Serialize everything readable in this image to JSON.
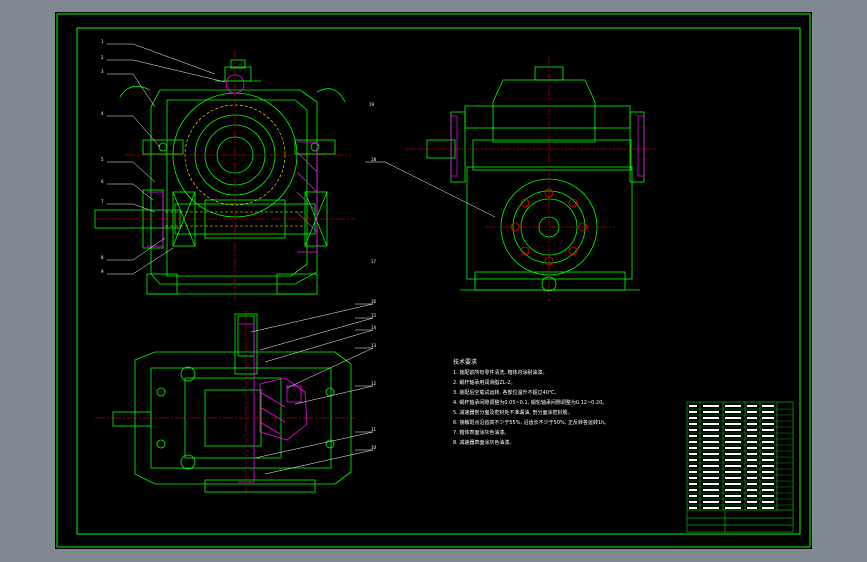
{
  "colors": {
    "viewport_bg": "#808891",
    "canvas_bg": "#000000",
    "frame": "#00ff00",
    "geometry": "#00ff00",
    "hidden": "#ffff00",
    "section": "#ff00ff",
    "centerline": "#ff0000",
    "text": "#ffffff",
    "leader": "#ffffff"
  },
  "front_view_balloons": [
    "1",
    "2",
    "3",
    "4",
    "5",
    "6",
    "7",
    "8",
    "9"
  ],
  "right_side_balloons": [
    "19",
    "18",
    "17",
    "16",
    "15",
    "14",
    "13",
    "12",
    "11",
    "10"
  ],
  "tech_requirements": {
    "title": "技术要求",
    "items": [
      "1. 装配前所有零件清洗, 箱体内涂耐油漆。",
      "2. 蜗杆轴承用润滑脂ZL-2。",
      "3. 装配后空载试运转, 各部位温升不超过40℃。",
      "4. 蜗杆轴承间隙调整为0.05~0.1, 蜗轮轴承间隙调整为0.12~0.20。",
      "5. 减速器剖分面及密封处不准漏油, 剖分面涂密封胶。",
      "6. 接触斑点沿齿高不少于55%, 沿齿长不少于50%, 正反转各运转1h。",
      "7. 箱体表面涂灰色油漆。",
      "8. 减速器表面涂灰色油漆。"
    ]
  },
  "title_block": {
    "note": "parts list + title block, lower-right"
  }
}
